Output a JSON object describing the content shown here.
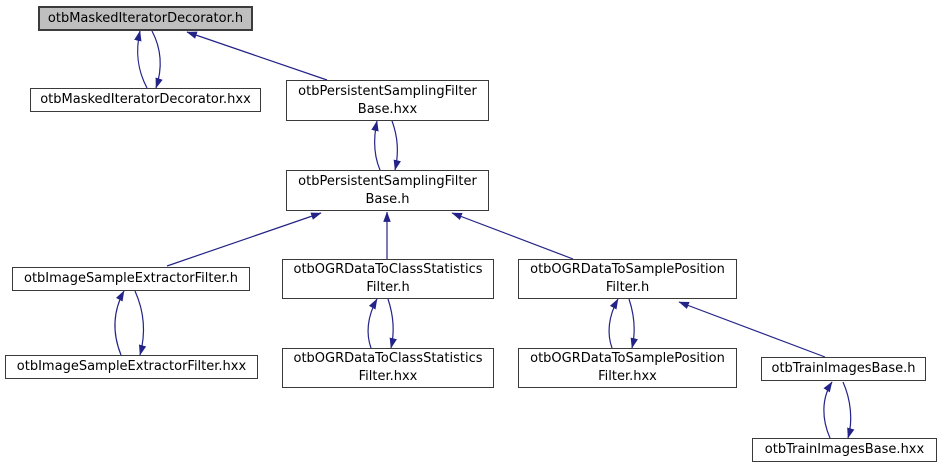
{
  "graph": {
    "title": "otbMaskedIteratorDecorator.h include dependency graph",
    "colors": {
      "edge": "#232388",
      "node_fill": "#ffffff",
      "node_border": "#3a3a3a",
      "current_node_fill": "#bfbfbf",
      "background": "#ffffff",
      "text": "#000000"
    },
    "nodes": [
      {
        "id": "otbMaskedIteratorDecorator.h",
        "lines": [
          "otbMaskedIteratorDecorator.h"
        ],
        "current": true
      },
      {
        "id": "otbMaskedIteratorDecorator.hxx",
        "lines": [
          "otbMaskedIteratorDecorator.hxx"
        ]
      },
      {
        "id": "otbPersistentSamplingFilterBase.hxx",
        "lines": [
          "otbPersistentSamplingFilter",
          "Base.hxx"
        ]
      },
      {
        "id": "otbPersistentSamplingFilterBase.h",
        "lines": [
          "otbPersistentSamplingFilter",
          "Base.h"
        ]
      },
      {
        "id": "otbImageSampleExtractorFilter.h",
        "lines": [
          "otbImageSampleExtractorFilter.h"
        ]
      },
      {
        "id": "otbOGRDataToClassStatisticsFilter.h",
        "lines": [
          "otbOGRDataToClassStatistics",
          "Filter.h"
        ]
      },
      {
        "id": "otbOGRDataToSamplePositionFilter.h",
        "lines": [
          "otbOGRDataToSamplePosition",
          "Filter.h"
        ]
      },
      {
        "id": "otbImageSampleExtractorFilter.hxx",
        "lines": [
          "otbImageSampleExtractorFilter.hxx"
        ]
      },
      {
        "id": "otbOGRDataToClassStatisticsFilter.hxx",
        "lines": [
          "otbOGRDataToClassStatistics",
          "Filter.hxx"
        ]
      },
      {
        "id": "otbOGRDataToSamplePositionFilter.hxx",
        "lines": [
          "otbOGRDataToSamplePosition",
          "Filter.hxx"
        ]
      },
      {
        "id": "otbTrainImagesBase.h",
        "lines": [
          "otbTrainImagesBase.h"
        ]
      },
      {
        "id": "otbTrainImagesBase.hxx",
        "lines": [
          "otbTrainImagesBase.hxx"
        ]
      }
    ],
    "edges": [
      {
        "from": "otbMaskedIteratorDecorator.hxx",
        "to": "otbMaskedIteratorDecorator.h"
      },
      {
        "from": "otbMaskedIteratorDecorator.h",
        "to": "otbMaskedIteratorDecorator.hxx"
      },
      {
        "from": "otbPersistentSamplingFilterBase.hxx",
        "to": "otbMaskedIteratorDecorator.h"
      },
      {
        "from": "otbPersistentSamplingFilterBase.h",
        "to": "otbPersistentSamplingFilterBase.hxx"
      },
      {
        "from": "otbPersistentSamplingFilterBase.hxx",
        "to": "otbPersistentSamplingFilterBase.h"
      },
      {
        "from": "otbImageSampleExtractorFilter.h",
        "to": "otbPersistentSamplingFilterBase.h"
      },
      {
        "from": "otbOGRDataToClassStatisticsFilter.h",
        "to": "otbPersistentSamplingFilterBase.h"
      },
      {
        "from": "otbOGRDataToSamplePositionFilter.h",
        "to": "otbPersistentSamplingFilterBase.h"
      },
      {
        "from": "otbImageSampleExtractorFilter.hxx",
        "to": "otbImageSampleExtractorFilter.h"
      },
      {
        "from": "otbImageSampleExtractorFilter.h",
        "to": "otbImageSampleExtractorFilter.hxx"
      },
      {
        "from": "otbOGRDataToClassStatisticsFilter.hxx",
        "to": "otbOGRDataToClassStatisticsFilter.h"
      },
      {
        "from": "otbOGRDataToClassStatisticsFilter.h",
        "to": "otbOGRDataToClassStatisticsFilter.hxx"
      },
      {
        "from": "otbOGRDataToSamplePositionFilter.hxx",
        "to": "otbOGRDataToSamplePositionFilter.h"
      },
      {
        "from": "otbOGRDataToSamplePositionFilter.h",
        "to": "otbOGRDataToSamplePositionFilter.hxx"
      },
      {
        "from": "otbTrainImagesBase.h",
        "to": "otbOGRDataToSamplePositionFilter.h"
      },
      {
        "from": "otbTrainImagesBase.hxx",
        "to": "otbTrainImagesBase.h"
      },
      {
        "from": "otbTrainImagesBase.h",
        "to": "otbTrainImagesBase.hxx"
      }
    ]
  }
}
